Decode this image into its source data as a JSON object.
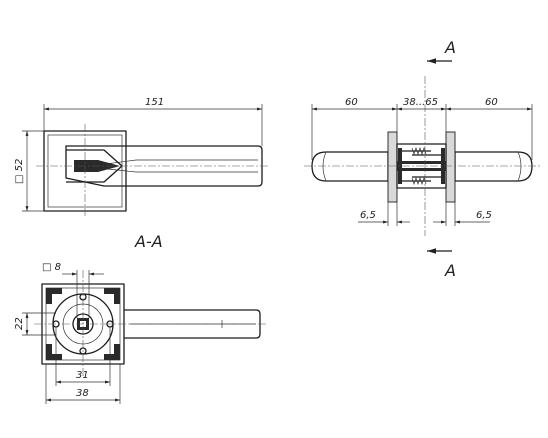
{
  "labels": {
    "width_151": "151",
    "square_52": "□ 52",
    "square_8": "□ 8",
    "dim_22": "22",
    "dim_31": "31",
    "dim_38": "38",
    "dim_60_left": "60",
    "dim_range": "38...65",
    "dim_60_right": "60",
    "dim_6_5_left": "6,5",
    "dim_6_5_right": "6,5",
    "section_title": "A-A",
    "section_mark_top": "A",
    "section_mark_bottom": "A"
  }
}
